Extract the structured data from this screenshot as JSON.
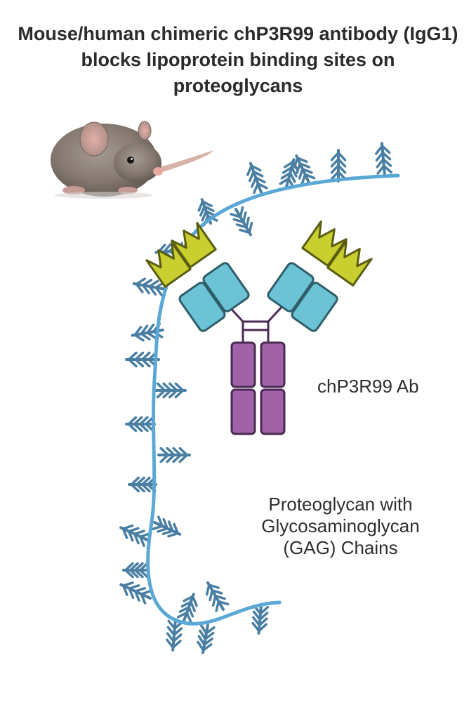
{
  "title": {
    "line1": "Mouse/human chimeric chP3R99 antibody (IgG1)",
    "line2": "blocks lipoprotein binding sites on",
    "line3": "proteoglycans"
  },
  "labels": {
    "antibody": "chP3R99 Ab",
    "proteoglycan_line1": "Proteoglycan with",
    "proteoglycan_line2": "Glycosaminoglycan",
    "proteoglycan_line3": "(GAG) Chains"
  },
  "colors": {
    "backbone": "#5aa8d6",
    "gag_chain": "#4a7fa3",
    "variable_domain": "#c9cf2e",
    "constant_domain": "#6cc3d6",
    "heavy_chain_fc": "#a162a8",
    "hinge": "#4a2a52",
    "mouse_fur": "#8a7b70"
  },
  "icons": [
    "mouse-image",
    "antibody-icon",
    "proteoglycan-icon"
  ]
}
